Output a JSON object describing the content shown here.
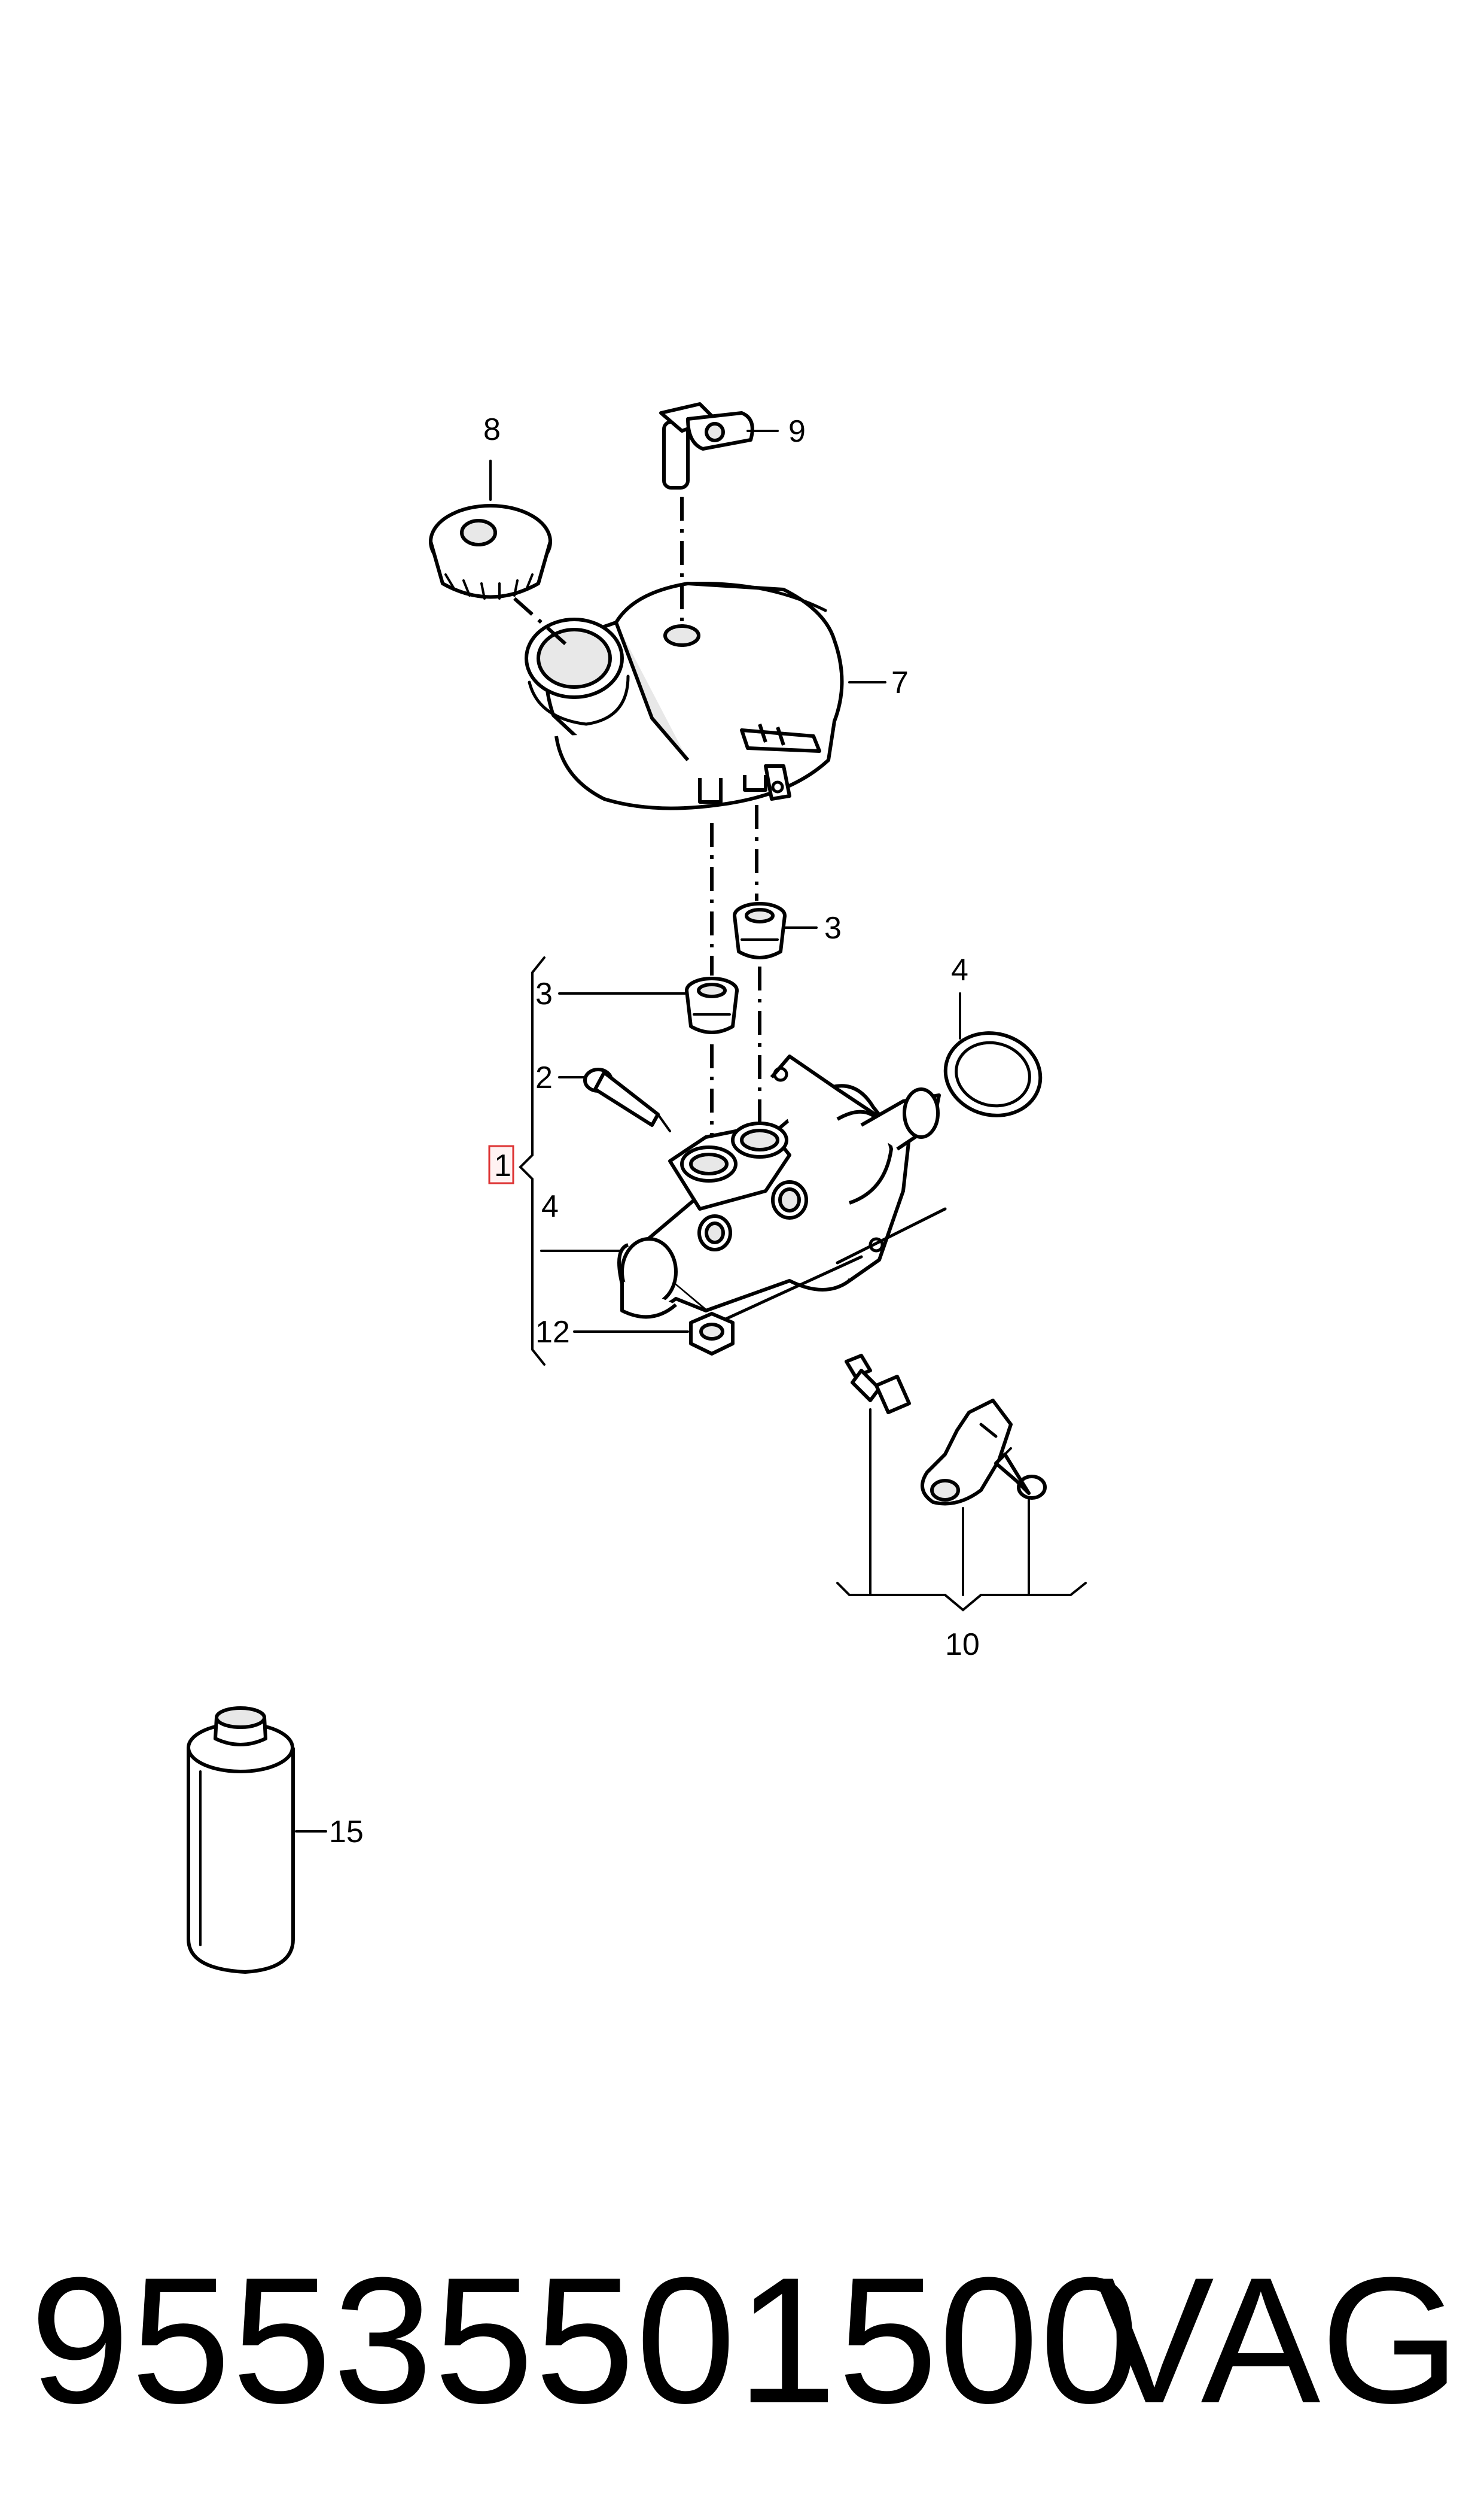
{
  "callouts": {
    "c1": "1",
    "c2": "2",
    "c3a": "3",
    "c3b": "3",
    "c4a": "4",
    "c4b": "4",
    "c7": "7",
    "c8": "8",
    "c9": "9",
    "c10": "10",
    "c12": "12",
    "c15": "15"
  },
  "footer": {
    "part_number": "95535501500",
    "brand": "VAG"
  }
}
